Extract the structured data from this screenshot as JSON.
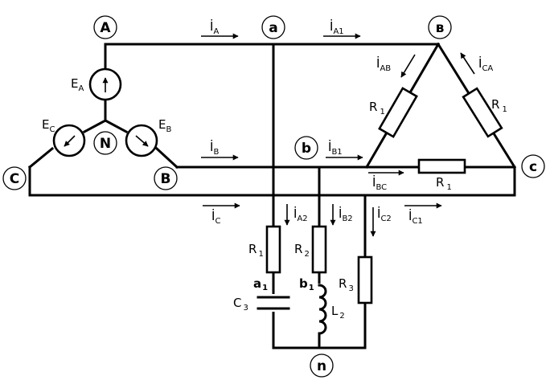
{
  "nodes": {
    "A": "A",
    "B": "B",
    "C": "C",
    "N": "N",
    "a": "a",
    "b": "b",
    "v": "в",
    "c": "c",
    "n": "n",
    "a1": "a",
    "a1_sub": "1",
    "b1": "b",
    "b1_sub": "1"
  },
  "sources": {
    "EA": {
      "main": "E",
      "sub": "A"
    },
    "EB": {
      "main": "E",
      "sub": "B"
    },
    "EC": {
      "main": "E",
      "sub": "C"
    }
  },
  "currents": {
    "IA": {
      "main": "İ",
      "sub": "A"
    },
    "IB": {
      "main": "İ",
      "sub": "B"
    },
    "IC": {
      "main": "İ",
      "sub": "C"
    },
    "IA1": {
      "main": "İ",
      "sub": "A1"
    },
    "IB1": {
      "main": "İ",
      "sub": "B1"
    },
    "IC1": {
      "main": "İ",
      "sub": "C1"
    },
    "IAB": {
      "main": "İ",
      "sub": "AB"
    },
    "IBC": {
      "main": "İ",
      "sub": "BC"
    },
    "ICA": {
      "main": "İ",
      "sub": "CA"
    },
    "IA2": {
      "main": "İ",
      "sub": "A2"
    },
    "IB2": {
      "main": "İ",
      "sub": "B2"
    },
    "IC2": {
      "main": "İ",
      "sub": "C2"
    }
  },
  "components": {
    "R1_ab": {
      "main": "R",
      "sub": "1"
    },
    "R1_ca": {
      "main": "R",
      "sub": "1"
    },
    "R1_bc": {
      "main": "R",
      "sub": "1"
    },
    "R1": {
      "main": "R",
      "sub": "1"
    },
    "R2": {
      "main": "R",
      "sub": "2"
    },
    "R3": {
      "main": "R",
      "sub": "3"
    },
    "C3": {
      "main": "C",
      "sub": "3"
    },
    "L2": {
      "main": "L",
      "sub": "2"
    }
  }
}
